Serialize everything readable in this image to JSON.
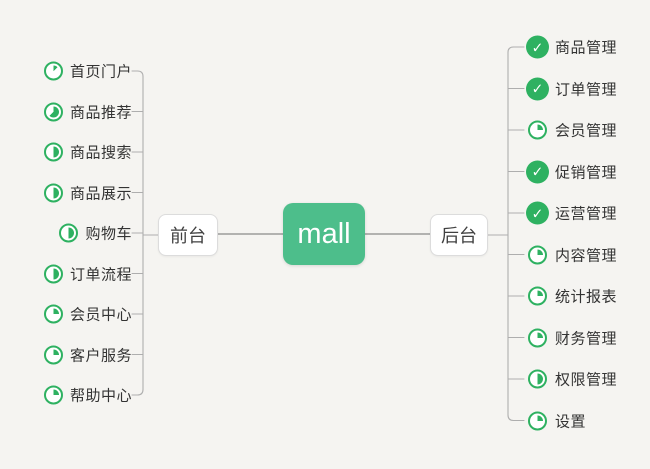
{
  "canvas": {
    "background": "#f5f4f1"
  },
  "colors": {
    "accent_green": "#4dbe8b",
    "task_green": "#2eb161",
    "branch_line": "#aeaeae",
    "center_line": "#9b9b9b",
    "node_border": "#dcdcdc",
    "label_text": "#333333",
    "node_text": "#404040"
  },
  "center_node": {
    "label": "mall"
  },
  "left_branch": {
    "node_label": "前台",
    "items": [
      {
        "label": "首页门户",
        "progress": 12.5
      },
      {
        "label": "商品推荐",
        "progress": 62.5
      },
      {
        "label": "商品搜索",
        "progress": 50
      },
      {
        "label": "商品展示",
        "progress": 50
      },
      {
        "label": "购物车",
        "progress": 50
      },
      {
        "label": "订单流程",
        "progress": 50
      },
      {
        "label": "会员中心",
        "progress": 25
      },
      {
        "label": "客户服务",
        "progress": 25
      },
      {
        "label": "帮助中心",
        "progress": 25
      }
    ]
  },
  "right_branch": {
    "node_label": "后台",
    "items": [
      {
        "label": "商品管理",
        "progress": 100
      },
      {
        "label": "订单管理",
        "progress": 100
      },
      {
        "label": "会员管理",
        "progress": 25
      },
      {
        "label": "促销管理",
        "progress": 100
      },
      {
        "label": "运营管理",
        "progress": 100
      },
      {
        "label": "内容管理",
        "progress": 25
      },
      {
        "label": "统计报表",
        "progress": 25
      },
      {
        "label": "财务管理",
        "progress": 25
      },
      {
        "label": "权限管理",
        "progress": 50
      },
      {
        "label": "设置",
        "progress": 25
      }
    ]
  }
}
